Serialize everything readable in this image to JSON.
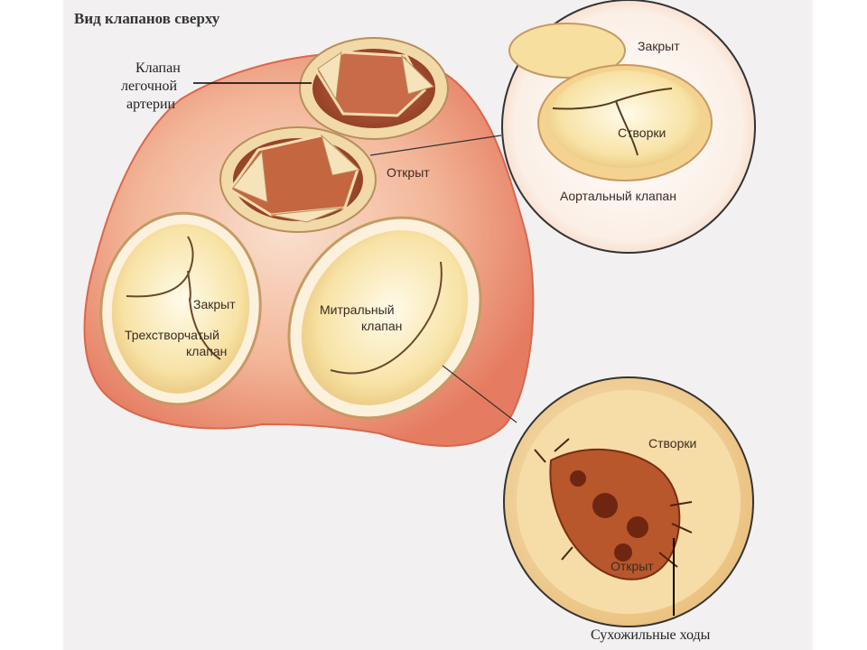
{
  "title": "Вид клапанов сверху",
  "pulmonary_label": [
    "Клапан",
    "легочной",
    "артерии"
  ],
  "open_label": "Открыт",
  "aortic_inset": {
    "closed": "Закрыт",
    "leaflets": "Створки",
    "name": "Аортальный клапан"
  },
  "tricuspid": {
    "closed": "Закрыт",
    "name": [
      "Трехстворчатый",
      "клапан"
    ]
  },
  "mitral": {
    "name": [
      "Митральный",
      "клапан"
    ]
  },
  "mitral_inset": {
    "leaflets": "Створки",
    "open": "Открыт"
  },
  "chordae_label": "Сухожильные ходы"
}
